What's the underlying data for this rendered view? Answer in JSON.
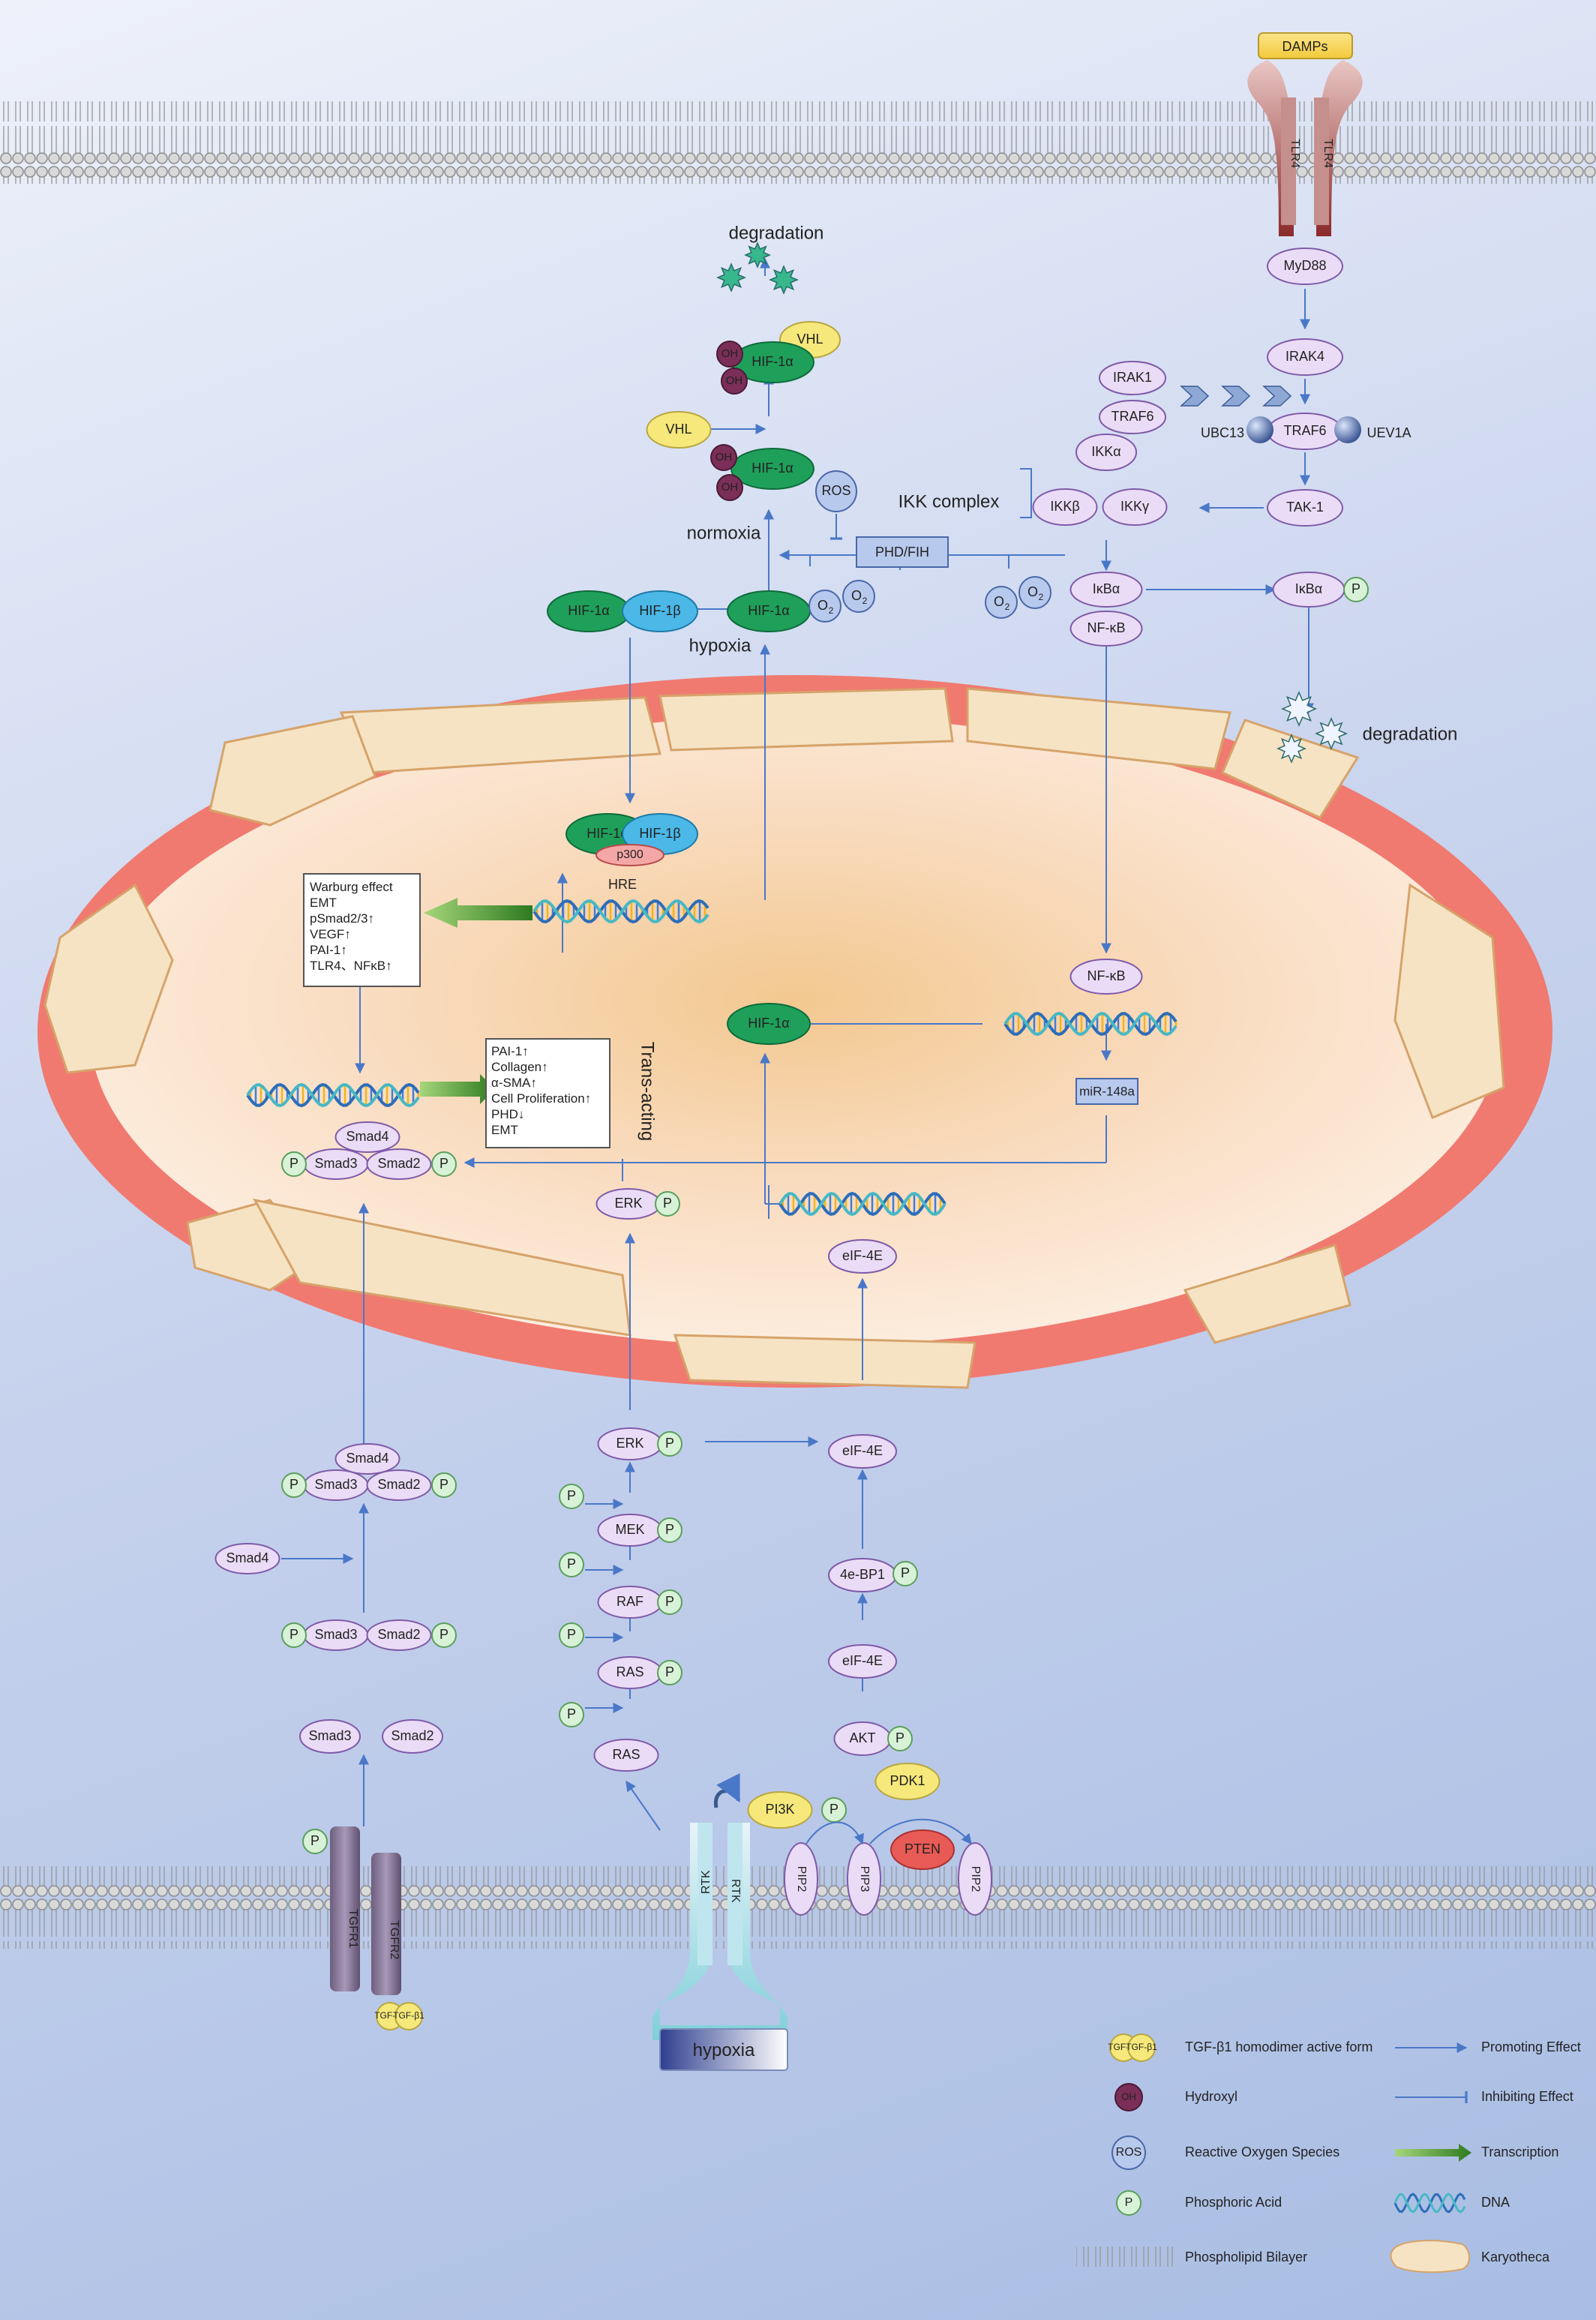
{
  "colors": {
    "arrow": "#4a78c8",
    "membrane": "#c9c9c9",
    "nucleus_envelope": "#f07a70",
    "karyotheca": "#f6e3c4",
    "protein_pink": "#eadcf6",
    "hif_green": "#1fa05a",
    "hif_blue": "#4bb8e8",
    "yellow": "#f6e87a",
    "hydroxyl": "#7a2e58",
    "pten_red": "#e85a55",
    "transcription": "#3f8f2e"
  },
  "labels": {
    "damps": "DAMPs",
    "tlr4": "TLR4",
    "myd88": "MyD88",
    "irak4": "IRAK4",
    "irak1": "IRAK1",
    "traf6": "TRAF6",
    "ubc13": "UBC13",
    "uev1a": "UEV1A",
    "tak1": "TAK-1",
    "ikk_complex": "IKK complex",
    "ikka": "IKKα",
    "ikkb": "IKKβ",
    "ikkg": "IKKγ",
    "ikba": "IκBα",
    "nfkb": "NF-κB",
    "nfkb_nuc": "NF-κB",
    "p": "P",
    "degradation": "degradation",
    "vhl": "VHL",
    "oh": "OH",
    "hif1a": "HIF-1α",
    "hif1b": "HIF-1β",
    "p300": "p300",
    "ros": "ROS",
    "phd_fih": "PHD/FIH",
    "normoxia": "normoxia",
    "hypoxia": "hypoxia",
    "o2": "O",
    "o2_sub": "2",
    "hre": "HRE",
    "trans_acting": "Trans-acting",
    "mir148a": "miR-148a",
    "smad4": "Smad4",
    "smad3": "Smad3",
    "smad2": "Smad2",
    "erk": "ERK",
    "mek": "MEK",
    "raf": "RAF",
    "ras": "RAS",
    "eif4e": "eIF-4E",
    "eif4e_nuc": "eIF-4E",
    "ebp1": "4e-BP1",
    "akt": "AKT",
    "pdk1": "PDK1",
    "pi3k": "PI3K",
    "pip2": "PIP2",
    "pip3": "PIP3",
    "pten": "PTEN",
    "rtk": "RTK",
    "tgfr1": "TGFR1",
    "tgfr2": "TGFR2",
    "tgfb1": "TGF-β1",
    "hypoxia_box": "hypoxia"
  },
  "effects_box_1": [
    "Warburg effect",
    "EMT",
    "pSmad2/3↑",
    "VEGF↑",
    "PAI-1↑",
    "TLR4、NFκB↑"
  ],
  "effects_box_2": [
    "PAI-1↑",
    "Collagen↑",
    "α-SMA↑",
    "Cell Proliferation↑",
    "PHD↓",
    "EMT"
  ],
  "legend": {
    "tgfb1_sym": "TGF-β1",
    "tgfb1": "TGF-β1 homodimer active form",
    "oh_sym": "OH",
    "oh": "Hydroxyl",
    "ros_sym": "ROS",
    "ros": "Reactive Oxygen Species",
    "p_sym": "P",
    "p": "Phosphoric Acid",
    "bilayer": "Phospholipid Bilayer",
    "promoting": "Promoting Effect",
    "inhibiting": "Inhibiting Effect",
    "transcription": "Transcription",
    "dna": "DNA",
    "karyotheca": "Karyotheca"
  }
}
